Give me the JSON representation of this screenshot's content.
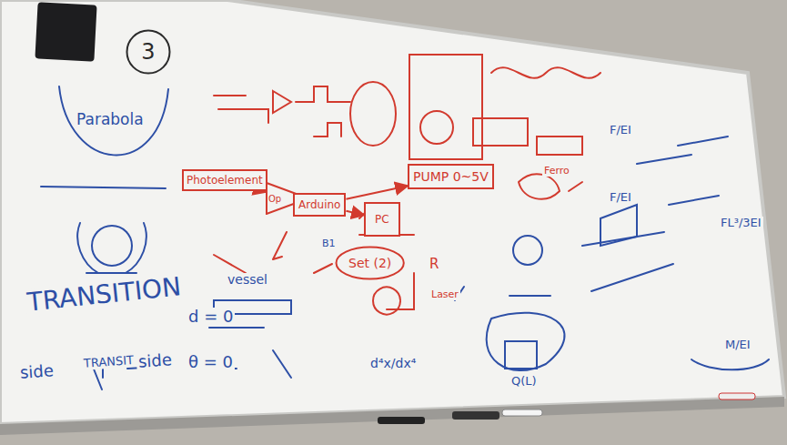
{
  "diagram": {
    "nodes": [
      {
        "text": [
          "3"
        ]
      },
      {
        "text": [
          "Photoelement"
        ]
      },
      {
        "text": [
          "Op"
        ]
      },
      {
        "text": [
          "Arduino"
        ]
      },
      {
        "text": [
          "PC"
        ]
      },
      {
        "text": [
          "PUMP 0~5V"
        ]
      },
      {
        "text": [
          "Set (2)"
        ]
      }
    ],
    "edges": [
      {
        "from": 1,
        "to": 2,
        "arrow": "to"
      },
      {
        "from": 2,
        "to": 3,
        "arrow": "to"
      },
      {
        "from": 3,
        "to": 4,
        "arrow": "to"
      },
      {
        "from": 3,
        "to": 5,
        "arrow": "to"
      }
    ],
    "labels": [
      "Parabola",
      "TRANSITION",
      "side",
      "TRANSIT",
      "side",
      "d = 0",
      "θ = 0",
      "vessel",
      "B1",
      "R",
      "Laser",
      "Ferro",
      "F/EI",
      "F/EI",
      "FL³/3EI",
      "M/EI",
      "d⁴x/dx⁴",
      "Q(L)"
    ]
  }
}
